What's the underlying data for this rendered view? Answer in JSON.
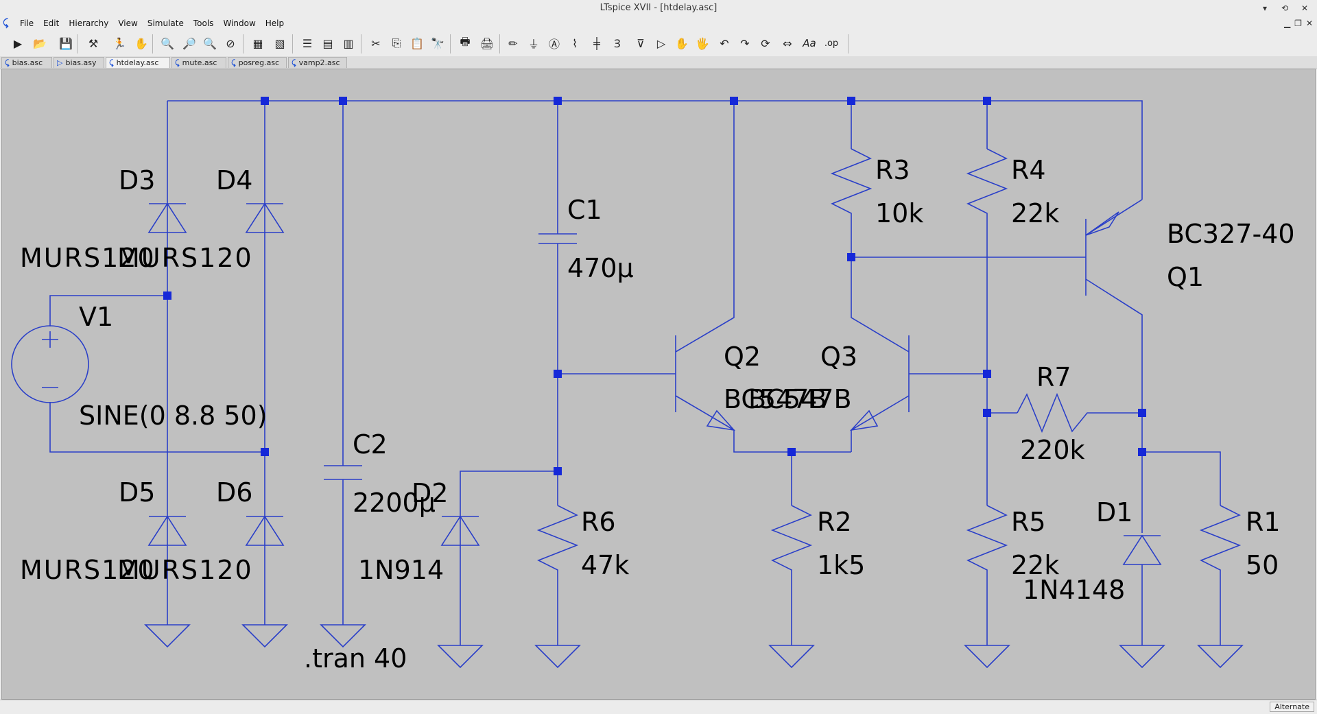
{
  "window": {
    "title": "LTspice XVII - [htdelay.asc]"
  },
  "menu": [
    "File",
    "Edit",
    "Hierarchy",
    "View",
    "Simulate",
    "Tools",
    "Window",
    "Help"
  ],
  "toolbar": {
    "letters_label": "Aa",
    "op_label": ".op"
  },
  "tabs": [
    {
      "label": "bias.asc",
      "icon": "schematic-icon"
    },
    {
      "label": "bias.asy",
      "icon": "symbol-icon"
    },
    {
      "label": "htdelay.asc",
      "icon": "schematic-icon",
      "active": true
    },
    {
      "label": "mute.asc",
      "icon": "schematic-icon"
    },
    {
      "label": "posreg.asc",
      "icon": "schematic-icon"
    },
    {
      "label": "vamp2.asc",
      "icon": "schematic-icon"
    }
  ],
  "status": {
    "mode": "Alternate"
  },
  "schematic": {
    "colors": {
      "wire": "#2a3fc8",
      "junction": "#1528d8",
      "canvas": "#c0c0c0"
    },
    "components": {
      "D3": {
        "name": "D3",
        "value": "MURS120"
      },
      "D4": {
        "name": "D4",
        "value": "MURS120"
      },
      "D5": {
        "name": "D5",
        "value": "MURS120"
      },
      "D6": {
        "name": "D6",
        "value": "MURS120"
      },
      "V1": {
        "name": "V1",
        "value": "SINE(0 8.8 50)"
      },
      "C1": {
        "name": "C1",
        "value": "470µ"
      },
      "C2": {
        "name": "C2",
        "value": "2200µ"
      },
      "D2": {
        "name": "D2",
        "value": "1N914"
      },
      "R6": {
        "name": "R6",
        "value": "47k"
      },
      "Q2": {
        "name": "Q2",
        "value": "BC547B"
      },
      "Q3": {
        "name": "Q3",
        "value": "BC547B"
      },
      "R2": {
        "name": "R2",
        "value": "1k5"
      },
      "R3": {
        "name": "R3",
        "value": "10k"
      },
      "R4": {
        "name": "R4",
        "value": "22k"
      },
      "R5": {
        "name": "R5",
        "value": "22k"
      },
      "R7": {
        "name": "R7",
        "value": "220k"
      },
      "Q1": {
        "name": "Q1",
        "value": "BC327-40"
      },
      "D1": {
        "name": "D1",
        "value": "1N4148"
      },
      "R1": {
        "name": "R1",
        "value": "50"
      }
    },
    "directive": ".tran 40"
  }
}
